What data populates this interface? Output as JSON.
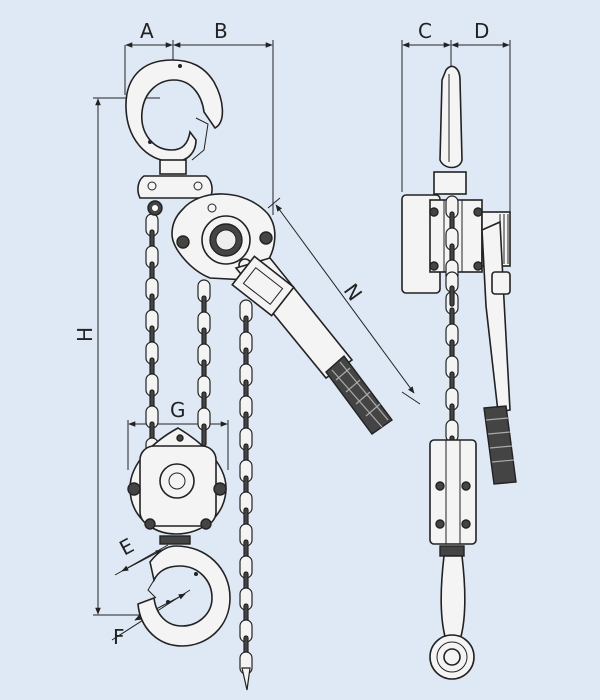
{
  "diagram": {
    "labels": {
      "a": "A",
      "b": "B",
      "c": "C",
      "d": "D",
      "e": "E",
      "f": "F",
      "g": "G",
      "h": "H",
      "n": "N"
    }
  },
  "colors": {
    "background": "#dfe9f5",
    "line": "#222222",
    "part_fill": "#f4f4f4",
    "handle_fill": "#444444"
  }
}
